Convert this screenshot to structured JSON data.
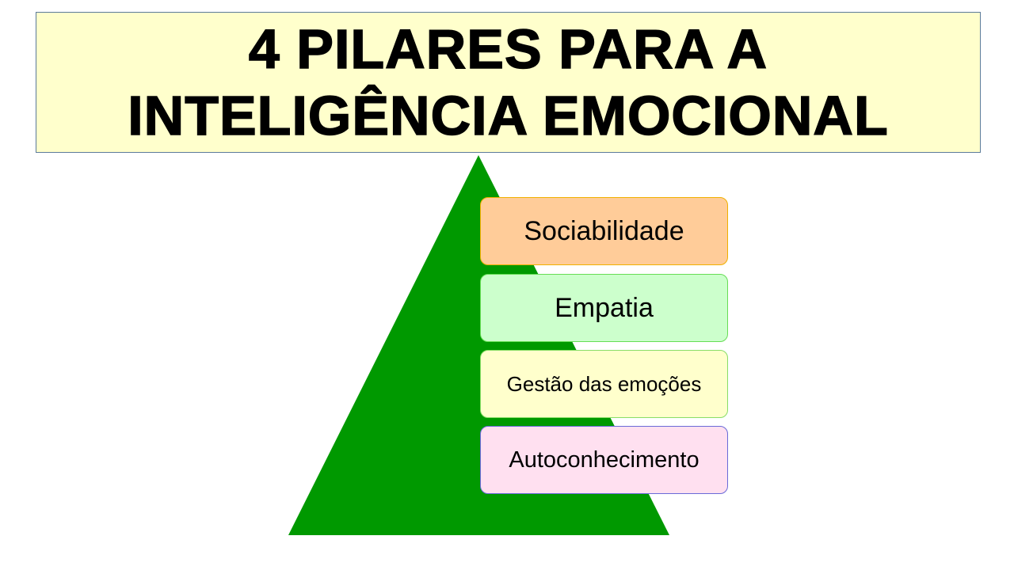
{
  "title": {
    "line1": "4 PILARES PARA A",
    "line2": "INTELIGÊNCIA EMOCIONAL"
  },
  "pyramid": {
    "color": "#009900",
    "levels": [
      {
        "label": "Sociabilidade",
        "fill": "#ffcc99"
      },
      {
        "label": "Empatia",
        "fill": "#ccffcc"
      },
      {
        "label": "Gestão das emoções",
        "fill": "#ffffcc"
      },
      {
        "label": "Autoconhecimento",
        "fill": "#ffe0f0"
      }
    ]
  },
  "colors": {
    "title_background": "#ffffcc",
    "title_border": "#5b7b9a"
  }
}
